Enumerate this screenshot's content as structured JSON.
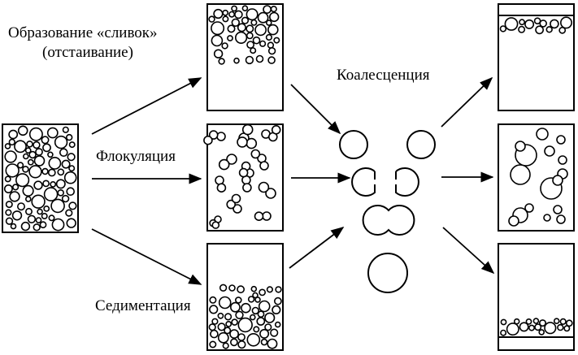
{
  "labels": {
    "creaming_line1": "Образование «сливок»",
    "creaming_line2": "(отстаивание)",
    "flocculation": "Флокуляция",
    "sedimentation": "Седиментация",
    "coalescence": "Коалесценция"
  },
  "colors": {
    "stroke": "#000000",
    "background": "#ffffff"
  }
}
